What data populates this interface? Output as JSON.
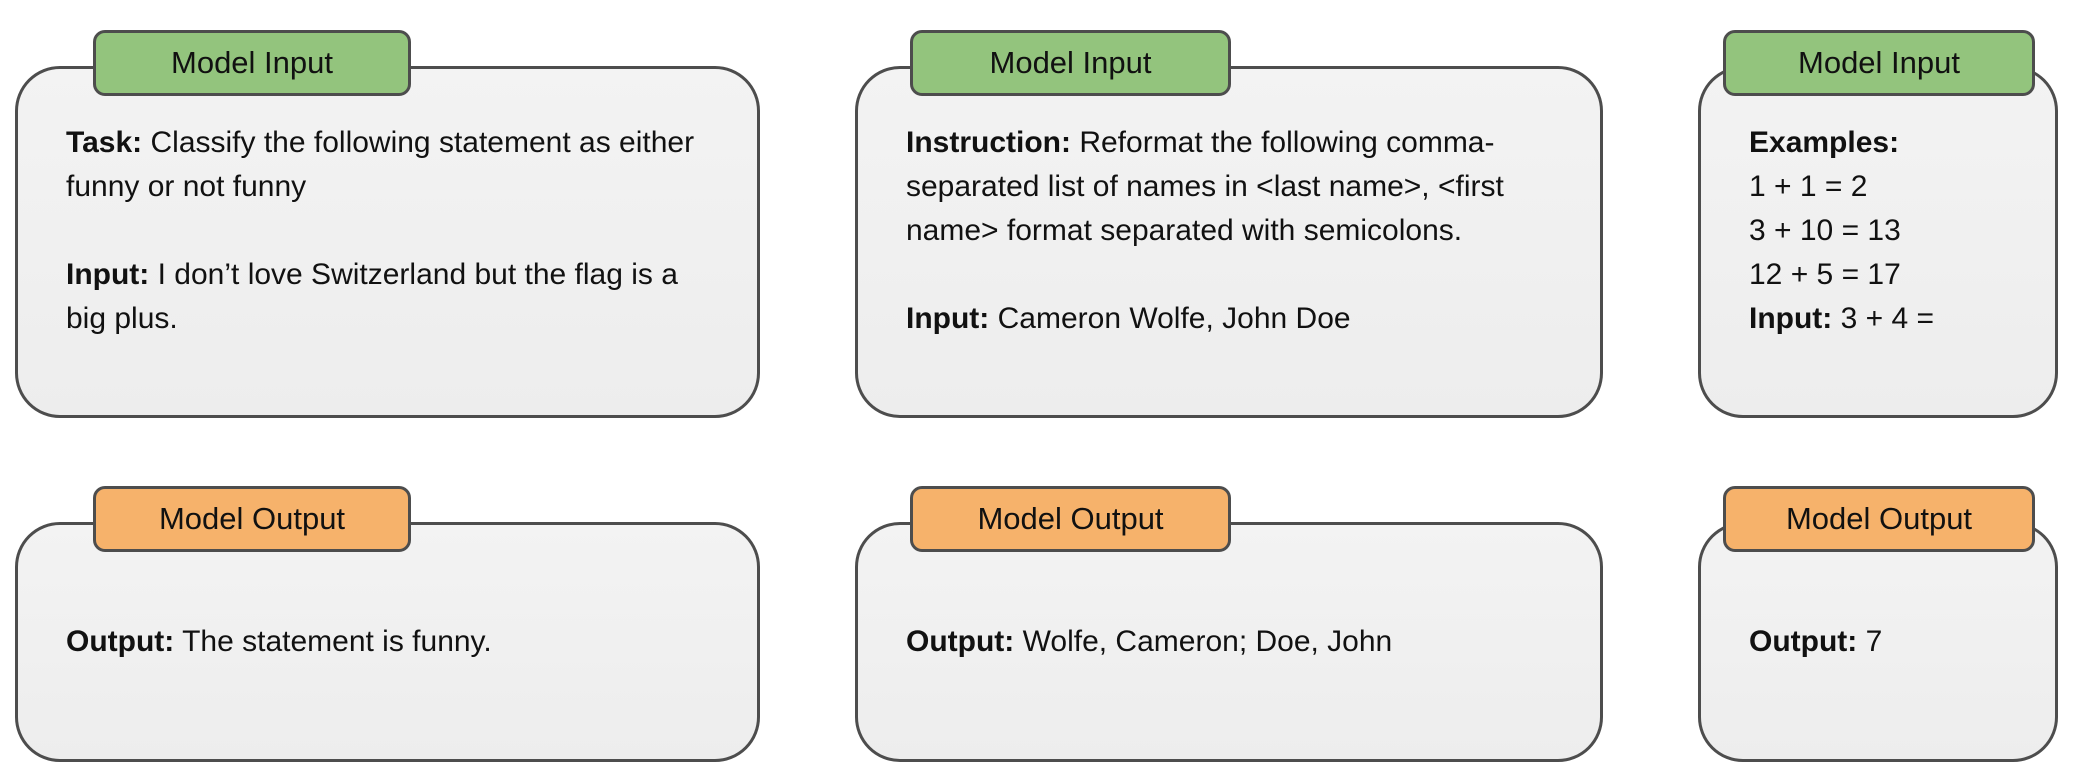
{
  "figure": {
    "description_colors": {
      "input_tab_green": "#93c47d",
      "output_tab_orange": "#f6b26b",
      "card_background_gray": "#f0f0f0",
      "border_gray": "#4d4d4d",
      "text_black": "#111111",
      "page_background": "#ffffff"
    }
  },
  "cards": [
    {
      "tab_label": "Model Input",
      "paragraphs": [
        {
          "label": "Task:",
          "text": " Classify the following statement as either funny or not funny"
        },
        {
          "label": "Input:",
          "text": " I don’t love Switzerland but the flag is a big plus."
        }
      ]
    },
    {
      "tab_label": "Model Input",
      "paragraphs": [
        {
          "label": "Instruction:",
          "text": " Reformat the following comma-separated list of names in <last name>, <first name> format separated with semicolons."
        },
        {
          "label": "Input:",
          "text": " Cameron Wolfe, John Doe"
        }
      ]
    },
    {
      "tab_label": "Model Input",
      "examples_label": "Examples:",
      "examples": [
        "1 + 1 = 2",
        "3 + 10 = 13",
        "12 + 5 = 17"
      ],
      "input": {
        "label": "Input:",
        "text": " 3 + 4 ="
      }
    },
    {
      "tab_label": "Model Output",
      "output": {
        "label": "Output:",
        "text": " The statement is funny."
      }
    },
    {
      "tab_label": "Model Output",
      "output": {
        "label": "Output:",
        "text": " Wolfe, Cameron; Doe, John"
      }
    },
    {
      "tab_label": "Model Output",
      "output": {
        "label": "Output:",
        "text": " 7"
      }
    }
  ]
}
